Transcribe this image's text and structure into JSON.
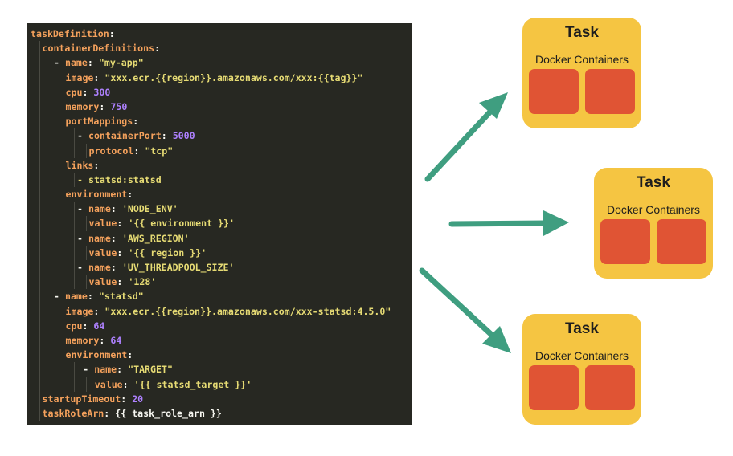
{
  "code": {
    "lines": [
      {
        "indent": 0,
        "parts": [
          {
            "t": "taskDefinition",
            "c": "k"
          },
          {
            "t": ":",
            "c": "p"
          }
        ]
      },
      {
        "indent": 1,
        "parts": [
          {
            "t": "containerDefinitions",
            "c": "k"
          },
          {
            "t": ":",
            "c": "p"
          }
        ]
      },
      {
        "indent": 2,
        "parts": [
          {
            "t": "- ",
            "c": "p"
          },
          {
            "t": "name",
            "c": "k"
          },
          {
            "t": ": ",
            "c": "p"
          },
          {
            "t": "\"my-app\"",
            "c": "s"
          }
        ]
      },
      {
        "indent": 3,
        "parts": [
          {
            "t": "image",
            "c": "k"
          },
          {
            "t": ": ",
            "c": "p"
          },
          {
            "t": "\"xxx.ecr.{{region}}.amazonaws.com/xxx:{{tag}}\"",
            "c": "s"
          }
        ]
      },
      {
        "indent": 3,
        "parts": [
          {
            "t": "cpu",
            "c": "k"
          },
          {
            "t": ": ",
            "c": "p"
          },
          {
            "t": "300",
            "c": "n"
          }
        ]
      },
      {
        "indent": 3,
        "parts": [
          {
            "t": "memory",
            "c": "k"
          },
          {
            "t": ": ",
            "c": "p"
          },
          {
            "t": "750",
            "c": "n"
          }
        ]
      },
      {
        "indent": 3,
        "parts": [
          {
            "t": "portMappings",
            "c": "k"
          },
          {
            "t": ":",
            "c": "p"
          }
        ]
      },
      {
        "indent": 4,
        "parts": [
          {
            "t": "- ",
            "c": "p"
          },
          {
            "t": "containerPort",
            "c": "k"
          },
          {
            "t": ": ",
            "c": "p"
          },
          {
            "t": "5000",
            "c": "n"
          }
        ]
      },
      {
        "indent": 5,
        "parts": [
          {
            "t": "protocol",
            "c": "k"
          },
          {
            "t": ": ",
            "c": "p"
          },
          {
            "t": "\"tcp\"",
            "c": "s"
          }
        ]
      },
      {
        "indent": 3,
        "parts": [
          {
            "t": "links",
            "c": "k"
          },
          {
            "t": ":",
            "c": "p"
          }
        ]
      },
      {
        "indent": 4,
        "parts": [
          {
            "t": "- statsd:statsd",
            "c": "s"
          }
        ]
      },
      {
        "indent": 3,
        "parts": [
          {
            "t": "environment",
            "c": "k"
          },
          {
            "t": ":",
            "c": "p"
          }
        ]
      },
      {
        "indent": 4,
        "parts": [
          {
            "t": "- ",
            "c": "p"
          },
          {
            "t": "name",
            "c": "k"
          },
          {
            "t": ": ",
            "c": "p"
          },
          {
            "t": "'NODE_ENV'",
            "c": "s"
          }
        ]
      },
      {
        "indent": 5,
        "parts": [
          {
            "t": "value",
            "c": "k"
          },
          {
            "t": ": ",
            "c": "p"
          },
          {
            "t": "'{{ environment }}'",
            "c": "s"
          }
        ]
      },
      {
        "indent": 4,
        "parts": [
          {
            "t": "- ",
            "c": "p"
          },
          {
            "t": "name",
            "c": "k"
          },
          {
            "t": ": ",
            "c": "p"
          },
          {
            "t": "'AWS_REGION'",
            "c": "s"
          }
        ]
      },
      {
        "indent": 5,
        "parts": [
          {
            "t": "value",
            "c": "k"
          },
          {
            "t": ": ",
            "c": "p"
          },
          {
            "t": "'{{ region }}'",
            "c": "s"
          }
        ]
      },
      {
        "indent": 4,
        "parts": [
          {
            "t": "- ",
            "c": "p"
          },
          {
            "t": "name",
            "c": "k"
          },
          {
            "t": ": ",
            "c": "p"
          },
          {
            "t": "'UV_THREADPOOL_SIZE'",
            "c": "s"
          }
        ]
      },
      {
        "indent": 5,
        "parts": [
          {
            "t": "value",
            "c": "k"
          },
          {
            "t": ": ",
            "c": "p"
          },
          {
            "t": "'128'",
            "c": "s"
          }
        ]
      },
      {
        "indent": 2,
        "parts": [
          {
            "t": "- ",
            "c": "p"
          },
          {
            "t": "name",
            "c": "k"
          },
          {
            "t": ": ",
            "c": "p"
          },
          {
            "t": "\"statsd\"",
            "c": "s"
          }
        ]
      },
      {
        "indent": 3,
        "parts": [
          {
            "t": "image",
            "c": "k"
          },
          {
            "t": ": ",
            "c": "p"
          },
          {
            "t": "\"xxx.ecr.{{region}}.amazonaws.com/xxx-statsd:4.5.0\"",
            "c": "s"
          }
        ]
      },
      {
        "indent": 3,
        "parts": [
          {
            "t": "cpu",
            "c": "k"
          },
          {
            "t": ": ",
            "c": "p"
          },
          {
            "t": "64",
            "c": "n"
          }
        ]
      },
      {
        "indent": 3,
        "parts": [
          {
            "t": "memory",
            "c": "k"
          },
          {
            "t": ": ",
            "c": "p"
          },
          {
            "t": "64",
            "c": "n"
          }
        ]
      },
      {
        "indent": 3,
        "parts": [
          {
            "t": "environment",
            "c": "k"
          },
          {
            "t": ":",
            "c": "p"
          }
        ]
      },
      {
        "indent": 4.5,
        "parts": [
          {
            "t": "- ",
            "c": "p"
          },
          {
            "t": "name",
            "c": "k"
          },
          {
            "t": ": ",
            "c": "p"
          },
          {
            "t": "\"TARGET\"",
            "c": "s"
          }
        ]
      },
      {
        "indent": 5.5,
        "parts": [
          {
            "t": "value",
            "c": "k"
          },
          {
            "t": ": ",
            "c": "p"
          },
          {
            "t": "'{{ statsd_target }}'",
            "c": "s"
          }
        ]
      },
      {
        "indent": 1,
        "parts": [
          {
            "t": "startupTimeout",
            "c": "k"
          },
          {
            "t": ": ",
            "c": "p"
          },
          {
            "t": "20",
            "c": "n"
          }
        ]
      },
      {
        "indent": 1,
        "parts": [
          {
            "t": "taskRoleArn",
            "c": "k"
          },
          {
            "t": ": ",
            "c": "p"
          },
          {
            "t": "{{ task_role_arn }}",
            "c": "p"
          }
        ]
      }
    ]
  },
  "tasks": [
    {
      "title": "Task",
      "subtitle": "Docker Containers"
    },
    {
      "title": "Task",
      "subtitle": "Docker Containers"
    },
    {
      "title": "Task",
      "subtitle": "Docker Containers"
    }
  ],
  "colors": {
    "code_background": "#272822",
    "key": "#f4a15c",
    "string": "#e6db74",
    "number": "#ae81ff",
    "task_box": "#f5c542",
    "container": "#e05434",
    "arrow": "#3f9e80"
  }
}
